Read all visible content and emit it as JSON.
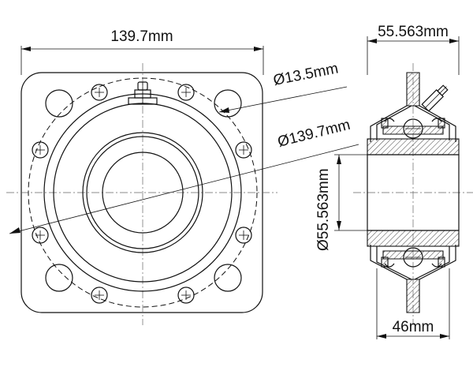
{
  "front_view": {
    "width_label": "139.7mm",
    "bolt_hole_label": "Ø13.5mm",
    "bolt_circle_label": "Ø139.7mm"
  },
  "side_view": {
    "width_label": "55.563mm",
    "bore_label": "Ø55.563mm",
    "inner_width_label": "46mm"
  },
  "colors": {
    "line": "#111111",
    "centerline": "#666666",
    "background": "#ffffff"
  }
}
